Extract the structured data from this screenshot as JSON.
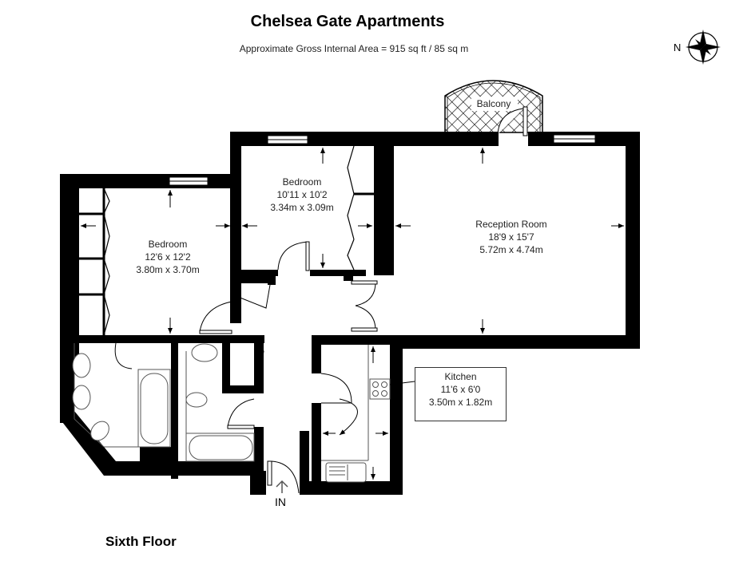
{
  "header": {
    "title": "Chelsea Gate Apartments",
    "subtitle": "Approximate Gross Internal Area = 915 sq ft / 85 sq m"
  },
  "compass": {
    "label": "N",
    "icon": "compass-rose-icon"
  },
  "rooms": {
    "bedroom1": {
      "name": "Bedroom",
      "imperial": "12'6 x 12'2",
      "metric": "3.80m x 3.70m"
    },
    "bedroom2": {
      "name": "Bedroom",
      "imperial": "10'11 x 10'2",
      "metric": "3.34m x 3.09m"
    },
    "reception": {
      "name": "Reception Room",
      "imperial": "18'9 x 15'7",
      "metric": "5.72m x 4.74m"
    },
    "kitchen": {
      "name": "Kitchen",
      "imperial": "11'6 x 6'0",
      "metric": "3.50m x 1.82m"
    },
    "balcony": {
      "name": "Balcony"
    }
  },
  "entrance": {
    "label": "IN"
  },
  "footer": {
    "floor": "Sixth Floor"
  },
  "colors": {
    "wall": "#000000",
    "background": "#ffffff",
    "fixture_line": "#555555"
  }
}
